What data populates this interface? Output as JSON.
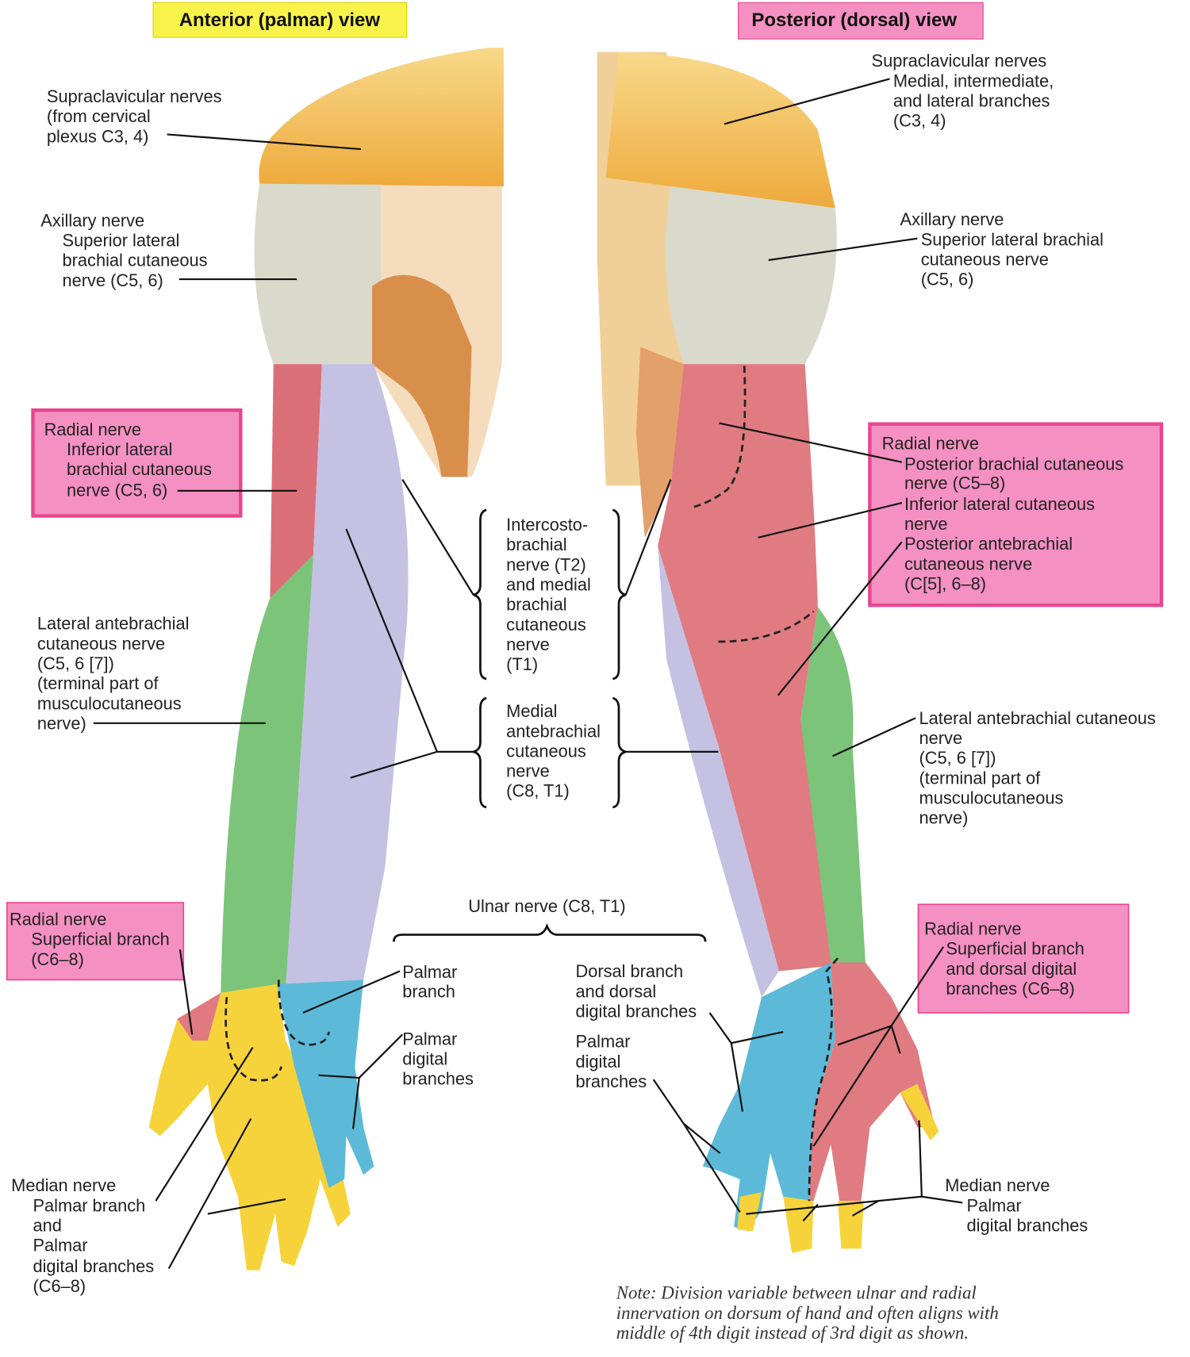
{
  "titles": {
    "anterior": "Anterior (palmar) view",
    "posterior": "Posterior (dorsal) view"
  },
  "colors": {
    "supraclavicular": "#f2b949",
    "axillary": "#d9dacb",
    "radial": "#db6f78",
    "medial": "#c4c1e2",
    "lateral_antebrachial": "#7cc47a",
    "median": "#f6d33a",
    "ulnar": "#5cbad8",
    "skin": "#f3d9b5",
    "intercostobrachial": "#d98f4c",
    "title_anterior_bg": "#f8f34a",
    "highlight_bg": "#f590c2",
    "highlight_border": "#e8468f"
  },
  "anterior": {
    "supraclavicular": [
      "Supraclavicular nerves",
      "(from cervical",
      "plexus C3, 4)"
    ],
    "axillary": [
      "Axillary nerve",
      "Superior lateral",
      "brachial cutaneous",
      "nerve  (C5, 6)"
    ],
    "radial_inferior": [
      "Radial nerve",
      "Inferior lateral",
      "brachial cutaneous",
      "nerve (C5, 6)"
    ],
    "lateral_antebrachial": [
      "Lateral antebrachial",
      "cutaneous nerve",
      "(C5, 6 [7])",
      "(terminal part of",
      "musculocutaneous",
      "nerve)"
    ],
    "radial_superficial": [
      "Radial nerve",
      "Superficial branch",
      "(C6–8)"
    ],
    "median": [
      "Median nerve",
      "Palmar branch",
      "and",
      "Palmar",
      "digital branches",
      "(C6–8)"
    ],
    "palmar_branch": [
      "Palmar",
      "branch"
    ],
    "palmar_digital": [
      "Palmar",
      "digital",
      "branches"
    ]
  },
  "center": {
    "intercostobrachial": [
      "Intercosto-",
      "brachial",
      "nerve (T2)",
      "and medial",
      "brachial",
      "cutaneous",
      "nerve",
      "(T1)"
    ],
    "medial_antebrachial": [
      "Medial",
      "antebrachial",
      "cutaneous",
      "nerve",
      "(C8, T1)"
    ],
    "ulnar": "Ulnar nerve (C8, T1)"
  },
  "posterior": {
    "supraclavicular": [
      "Supraclavicular nerves",
      "Medial, intermediate,",
      "and lateral branches",
      "(C3, 4)"
    ],
    "axillary": [
      "Axillary nerve",
      "Superior lateral brachial",
      "cutaneous nerve",
      "(C5, 6)"
    ],
    "radial": [
      "Radial nerve",
      "Posterior brachial cutaneous",
      "nerve (C5–8)",
      "Inferior lateral cutaneous",
      "nerve",
      "Posterior antebrachial",
      "cutaneous nerve",
      "(C[5], 6–8)"
    ],
    "lateral_antebrachial": [
      "Lateral antebrachial cutaneous",
      "nerve",
      "(C5, 6 [7])",
      "(terminal part of",
      "musculocutaneous",
      "nerve)"
    ],
    "dorsal_branch": [
      "Dorsal branch",
      "and dorsal",
      "digital branches"
    ],
    "palmar_digital": [
      "Palmar",
      "digital",
      "branches"
    ],
    "radial_superficial": [
      "Radial nerve",
      "Superficial branch",
      "and dorsal digital",
      "branches (C6–8)"
    ],
    "median": [
      "Median nerve",
      "Palmar",
      "digital branches"
    ]
  },
  "note": [
    "Note: Division variable between ulnar and radial",
    "innervation on dorsum of hand and often aligns with",
    "middle of 4th digit instead of 3rd digit as shown."
  ]
}
